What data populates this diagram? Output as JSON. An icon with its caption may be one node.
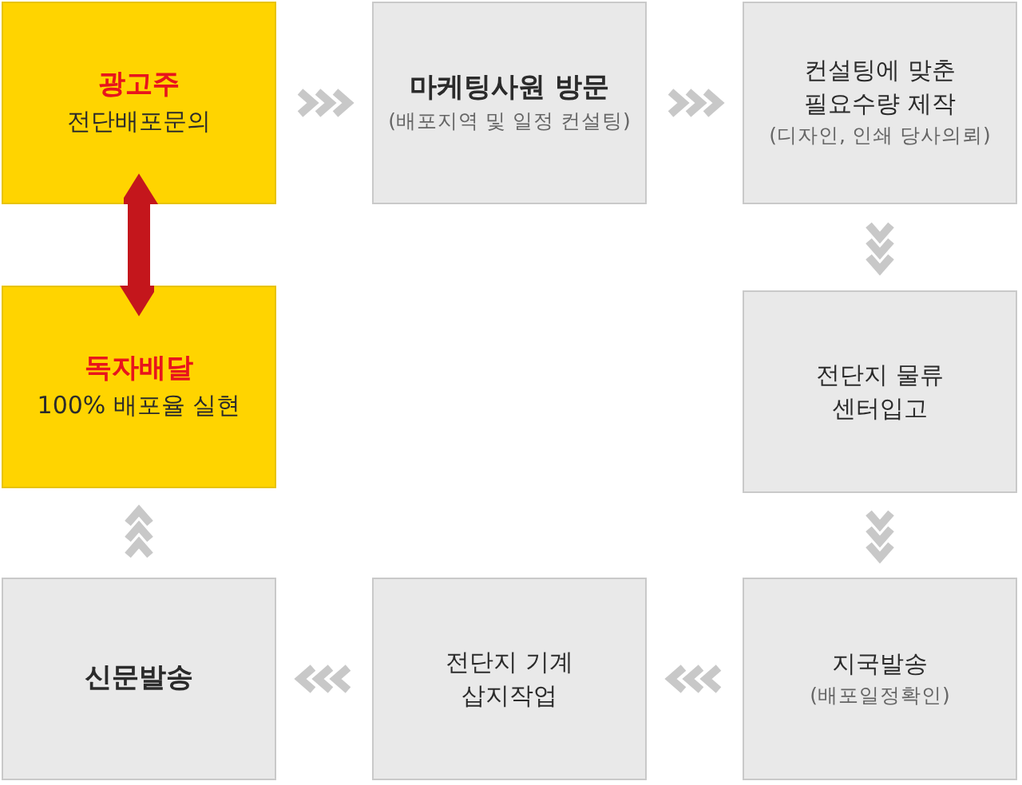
{
  "diagram": {
    "nodes": [
      {
        "text": [
          "광고주",
          "전단배포문의"
        ]
      },
      {
        "text": [
          "마케팅사원 방문",
          "(배포지역 및 일정 컨설팅)"
        ]
      },
      {
        "text": [
          "컨설팅에 맞춘 필요수량 제작",
          "(디자인, 인쇄 당사의뢰)"
        ]
      },
      {
        "text": [
          "독자배달",
          "100% 배포율 실현"
        ]
      },
      {
        "text": [
          "전단지 물류센터입고"
        ]
      },
      {
        "text": [
          "신문발송"
        ]
      },
      {
        "text": [
          "전단지 기계삽지작업"
        ]
      },
      {
        "text": [
          "지국발송",
          "(배포일정확인)"
        ]
      }
    ],
    "edges": [
      {
        "from": 0,
        "to": 1,
        "arrow": "to"
      },
      {
        "from": 1,
        "to": 2,
        "arrow": "to"
      },
      {
        "from": 2,
        "to": 4,
        "arrow": "to"
      },
      {
        "from": 4,
        "to": 7,
        "arrow": "to"
      },
      {
        "from": 7,
        "to": 6,
        "arrow": "to"
      },
      {
        "from": 6,
        "to": 5,
        "arrow": "to"
      },
      {
        "from": 5,
        "to": 3,
        "arrow": "to"
      },
      {
        "from": 0,
        "to": 3,
        "arrow": "both",
        "style": "thick",
        "color": "#c4161c"
      }
    ]
  }
}
